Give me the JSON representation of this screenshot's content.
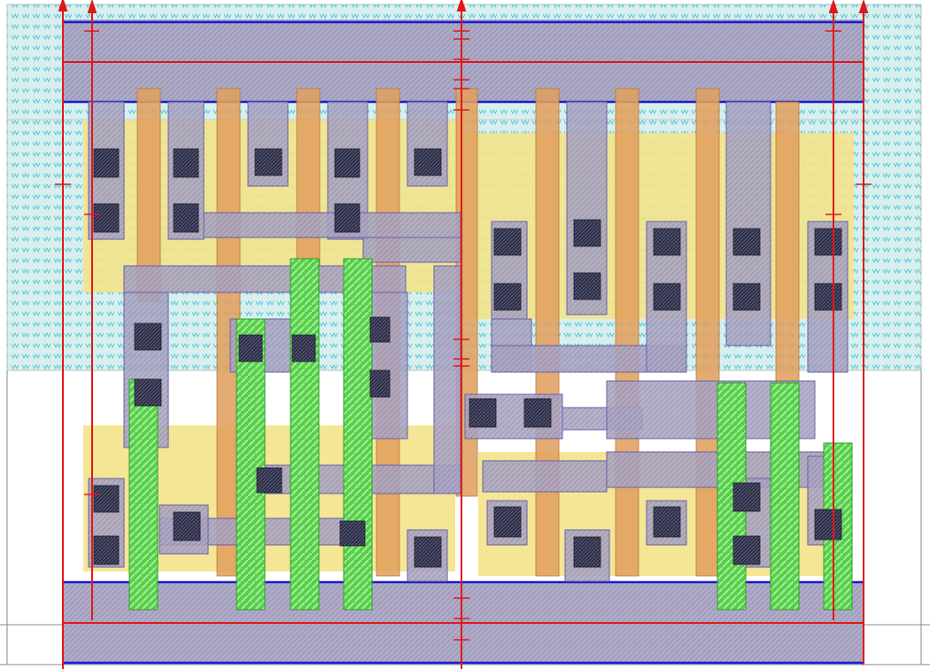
{
  "layout_view": {
    "kind": "standard-cell-layout",
    "colors": {
      "nwell": "#d8efee",
      "nwell_pattern": "#4fc7d6",
      "diffusion": "#f2e07a",
      "poly": "#e0a060",
      "metal1": "#a9a4bf",
      "metal1_outline": "#6a5fa8",
      "metal2": "#44c83c",
      "contact": "#2d2e44",
      "rail_edge": "#1515c8",
      "ruler": "#e01818",
      "boundary": "#a0a0a0"
    },
    "rulers": [
      {
        "id": "left-outer",
        "orientation": "vertical"
      },
      {
        "id": "left-inner",
        "orientation": "vertical"
      },
      {
        "id": "center",
        "orientation": "vertical"
      },
      {
        "id": "right-inner",
        "orientation": "vertical"
      },
      {
        "id": "right-outer",
        "orientation": "vertical"
      },
      {
        "id": "top-rail-center",
        "orientation": "horizontal"
      },
      {
        "id": "bottom-rail-center",
        "orientation": "horizontal"
      }
    ]
  }
}
